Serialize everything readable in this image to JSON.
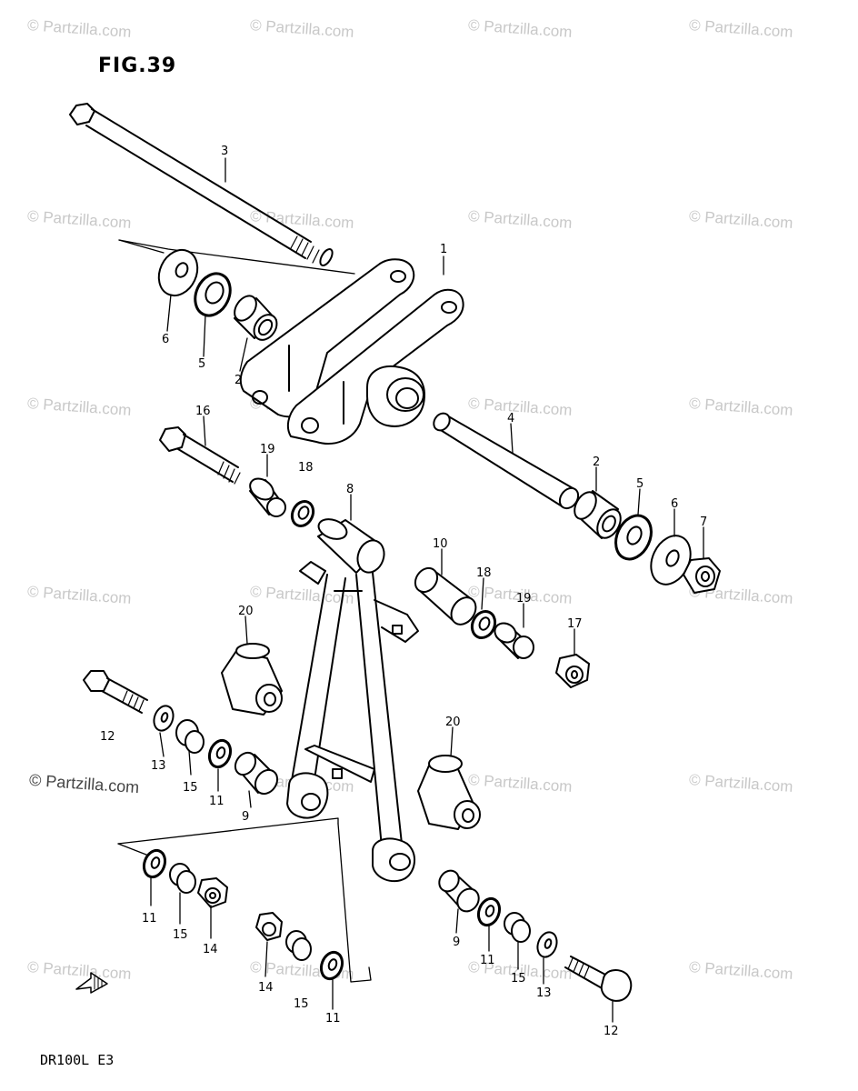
{
  "figure": {
    "title": "FIG.39",
    "model_code": "DR100L E3"
  },
  "watermark": {
    "text": "© Partzilla.com",
    "color": "#c8c8c8",
    "emphasized_color": "#444444"
  },
  "callouts": [
    {
      "part": "1"
    },
    {
      "part": "2"
    },
    {
      "part": "3"
    },
    {
      "part": "4"
    },
    {
      "part": "2"
    },
    {
      "part": "5"
    },
    {
      "part": "6"
    },
    {
      "part": "5"
    },
    {
      "part": "6"
    },
    {
      "part": "7"
    },
    {
      "part": "8"
    },
    {
      "part": "10"
    },
    {
      "part": "18"
    },
    {
      "part": "19"
    },
    {
      "part": "17"
    },
    {
      "part": "16"
    },
    {
      "part": "19"
    },
    {
      "part": "18"
    },
    {
      "part": "20"
    },
    {
      "part": "20"
    },
    {
      "part": "12"
    },
    {
      "part": "13"
    },
    {
      "part": "15"
    },
    {
      "part": "11"
    },
    {
      "part": "9"
    },
    {
      "part": "11"
    },
    {
      "part": "15"
    },
    {
      "part": "14"
    },
    {
      "part": "14"
    },
    {
      "part": "15"
    },
    {
      "part": "11"
    },
    {
      "part": "9"
    },
    {
      "part": "11"
    },
    {
      "part": "15"
    },
    {
      "part": "13"
    },
    {
      "part": "12"
    }
  ]
}
